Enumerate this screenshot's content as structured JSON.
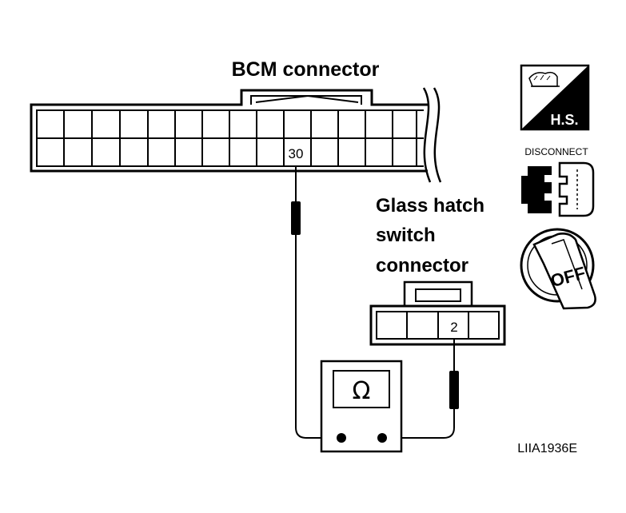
{
  "bcm_connector": {
    "label": "BCM connector",
    "pin": "30"
  },
  "glass_hatch_connector": {
    "label_lines": [
      "Glass hatch",
      "switch",
      "connector"
    ],
    "pin": "2"
  },
  "ohmmeter": {
    "symbol": "Ω"
  },
  "icons": {
    "hood_switch_text": "H.S.",
    "disconnect_text": "DISCONNECT",
    "ignition_off_text": "OFF"
  },
  "figure_code": "LIIA1936E"
}
